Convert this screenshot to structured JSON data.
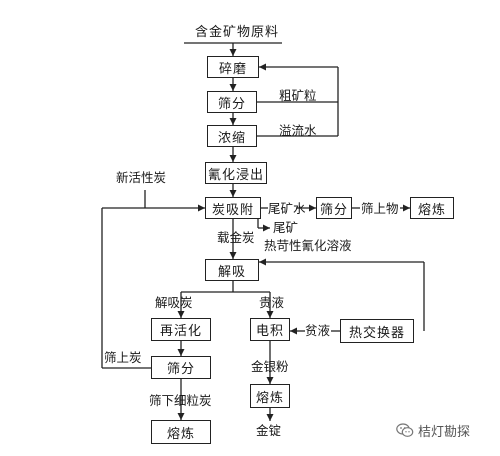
{
  "diagram": {
    "title": "含金矿物原料",
    "boxes": {
      "crush": "碎磨",
      "screen1": "筛分",
      "thicken": "浓缩",
      "cyanide_leach": "氰化浸出",
      "carbon_adsorb": "炭吸附",
      "screen2": "筛分",
      "smelt1": "熔炼",
      "desorb": "解吸",
      "reactivate": "再活化",
      "electrowin": "电积",
      "heat_exchanger": "热交换器",
      "screen3": "筛分",
      "smelt2": "熔炼",
      "smelt3": "熔炼"
    },
    "labels": {
      "coarse_ore": "粗矿粒",
      "overflow_water": "溢流水",
      "new_active_carbon": "新活性炭",
      "tailings_water": "尾矿水",
      "screen_oversize": "筛上物",
      "tailings": "尾矿",
      "hot_caustic_cyanide": "热苛性氰化溶液",
      "loaded_carbon": "载金炭",
      "desorbed_carbon": "解吸炭",
      "pregnant_solution": "贵液",
      "barren_solution": "贫液",
      "screen_oversize_carbon": "筛上炭",
      "gold_silver_powder": "金银粉",
      "fine_carbon_undersize": "筛下细粒炭",
      "gold_ingot": "金锭"
    }
  },
  "watermark": {
    "icon": "wechat-icon",
    "text": "桔灯勘探"
  },
  "colors": {
    "line": "#222222",
    "watermark": "#555555"
  }
}
